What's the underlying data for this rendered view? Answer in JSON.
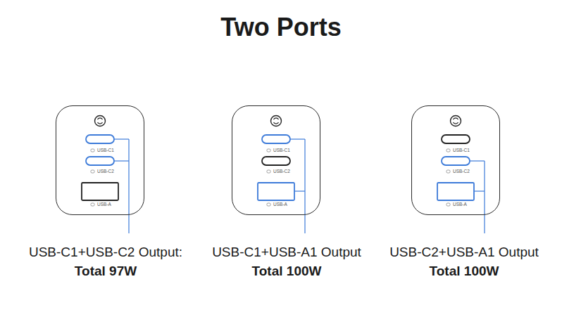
{
  "diagram": {
    "title": "Two Ports",
    "nodes": [
      {
        "text": [
          "USB-C1",
          "USB-C2",
          "USB-A"
        ]
      },
      {
        "text": [
          "USB-C1",
          "USB-C2",
          "USB-A"
        ]
      },
      {
        "text": [
          "USB-C1",
          "USB-C2",
          "USB-A"
        ]
      }
    ],
    "labels": [
      "USB-C1+USB-C2 Output:",
      "Total 97W",
      "USB-C1+USB-A1 Output",
      "Total 100W",
      "USB-C2+USB-A1 Output",
      "Total 100W"
    ]
  }
}
